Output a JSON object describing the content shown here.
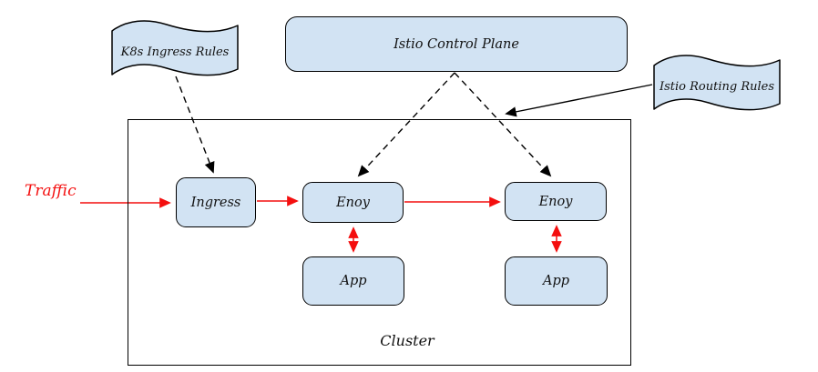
{
  "diagram": {
    "title_hint": "Istio traffic routing architecture",
    "flags": {
      "k8s": "K8s Ingress Rules",
      "routing": "Istio Routing Rules"
    },
    "control_plane": {
      "label": "Istio Control Plane"
    },
    "cluster_label": "Cluster",
    "traffic_label": "Traffic",
    "nodes": {
      "ingress": "Ingress",
      "envoy1": "Enoy",
      "envoy2": "Enoy",
      "app1": "App",
      "app2": "App"
    },
    "edges": [
      {
        "from": "Traffic",
        "to": "Ingress",
        "style": "solid-red-arrow"
      },
      {
        "from": "Ingress",
        "to": "Enoy (left)",
        "style": "solid-red-arrow"
      },
      {
        "from": "Enoy (left)",
        "to": "Enoy (right)",
        "style": "solid-red-arrow"
      },
      {
        "from": "Enoy (left)",
        "to": "App (left)",
        "style": "double-red-arrow"
      },
      {
        "from": "Enoy (right)",
        "to": "App (right)",
        "style": "double-red-arrow"
      },
      {
        "from": "K8s Ingress Rules",
        "to": "Ingress",
        "style": "dashed-black-arrow"
      },
      {
        "from": "Istio Control Plane",
        "to": "Enoy (left)",
        "style": "dashed-black-arrow"
      },
      {
        "from": "Istio Control Plane",
        "to": "Enoy (right)",
        "style": "dashed-black-arrow"
      },
      {
        "from": "Istio Routing Rules",
        "to": "control-plane dashed link",
        "style": "solid-black-arrow"
      }
    ],
    "colors": {
      "node_fill": "#d2e3f3",
      "stroke": "#000000",
      "traffic_red": "#f40f0f",
      "background": "#ffffff"
    }
  }
}
